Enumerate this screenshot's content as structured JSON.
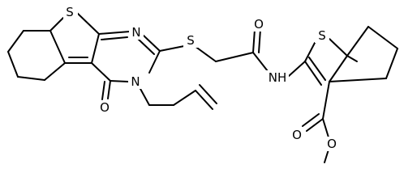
{
  "molecule": {
    "atoms": {
      "s_thieno_left": "S",
      "n_pyrimidine": "N",
      "n_allyl": "N",
      "o_pyrimidinone": "O",
      "s_thioether": "S",
      "o_amide": "O",
      "nh_amide": "NH",
      "s_thiophene_right": "S",
      "o_ester_carbonyl": "O",
      "o_ester_ether": "O"
    }
  }
}
